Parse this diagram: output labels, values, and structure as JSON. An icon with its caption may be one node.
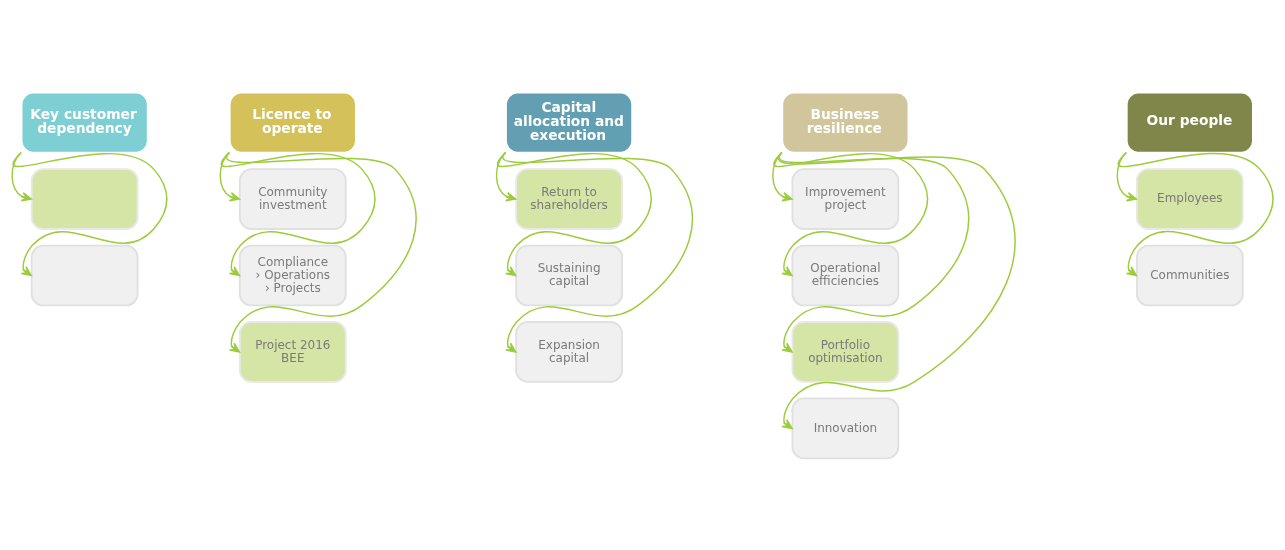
{
  "diagram": {
    "nodes": [
      {
        "text": [
          "Key customer dependency"
        ]
      },
      {
        "text": [],
        "shape": "box"
      },
      {
        "text": [],
        "shape": "box"
      },
      {
        "text": [
          "Licence to operate"
        ]
      },
      {
        "text": [
          "Community investment"
        ]
      },
      {
        "text": [
          "Compliance",
          "› Operations",
          "› Projects"
        ]
      },
      {
        "text": [
          "Project 2016 BEE"
        ]
      },
      {
        "text": [
          "Capital allocation and execution"
        ]
      },
      {
        "text": [
          "Return to shareholders"
        ]
      },
      {
        "text": [
          "Sustaining capital"
        ]
      },
      {
        "text": [
          "Expansion capital"
        ]
      },
      {
        "text": [
          "Business resilience"
        ]
      },
      {
        "text": [
          "Improvement project"
        ]
      },
      {
        "text": [
          "Operational efficiencies"
        ]
      },
      {
        "text": [
          "Portfolio optimisation"
        ]
      },
      {
        "text": [
          "Innovation"
        ]
      },
      {
        "text": [
          "Our people"
        ]
      },
      {
        "text": [
          "Employees"
        ]
      },
      {
        "text": [
          "Communities"
        ]
      }
    ],
    "edges": [
      {
        "from": 0,
        "to": 1,
        "arrow": "to"
      },
      {
        "from": 0,
        "to": 2,
        "arrow": "to"
      },
      {
        "from": 3,
        "to": 4,
        "arrow": "to"
      },
      {
        "from": 3,
        "to": 5,
        "arrow": "to"
      },
      {
        "from": 3,
        "to": 6,
        "arrow": "to"
      },
      {
        "from": 7,
        "to": 8,
        "arrow": "to"
      },
      {
        "from": 7,
        "to": 9,
        "arrow": "to"
      },
      {
        "from": 7,
        "to": 10,
        "arrow": "to"
      },
      {
        "from": 11,
        "to": 12,
        "arrow": "to"
      },
      {
        "from": 11,
        "to": 13,
        "arrow": "to"
      },
      {
        "from": 11,
        "to": 14,
        "arrow": "to"
      },
      {
        "from": 11,
        "to": 15,
        "arrow": "to"
      },
      {
        "from": 16,
        "to": 17,
        "arrow": "to"
      },
      {
        "from": 16,
        "to": 18,
        "arrow": "to"
      }
    ]
  }
}
